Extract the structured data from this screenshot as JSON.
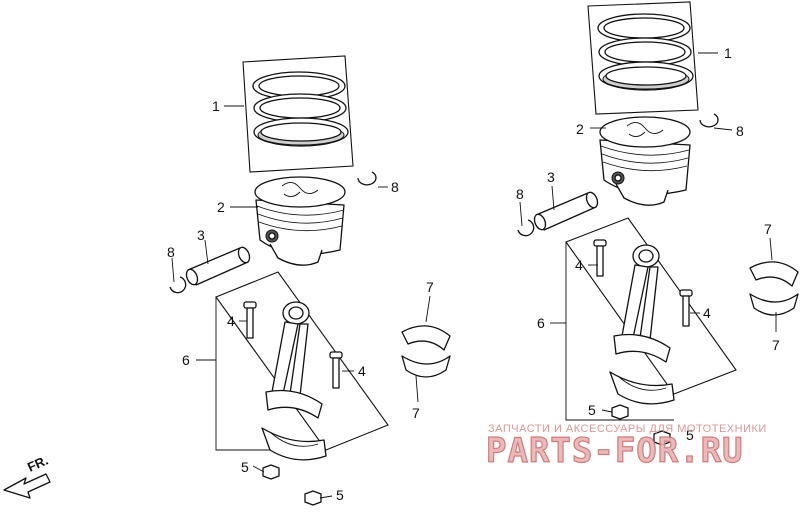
{
  "callouts": {
    "c1": "1",
    "c2": "2",
    "c3": "3",
    "c4": "4",
    "c5": "5",
    "c6": "6",
    "c7": "7",
    "c8": "8"
  },
  "direction_label": "FR.",
  "watermark": {
    "top": "ЗАПЧАСТИ И АКСЕССУАРЫ ДЛЯ МОТОТЕХНИКИ",
    "brand": "PARTS-FOR.RU"
  },
  "colors": {
    "line": "#111111",
    "watermark": "#cf6d6d"
  }
}
